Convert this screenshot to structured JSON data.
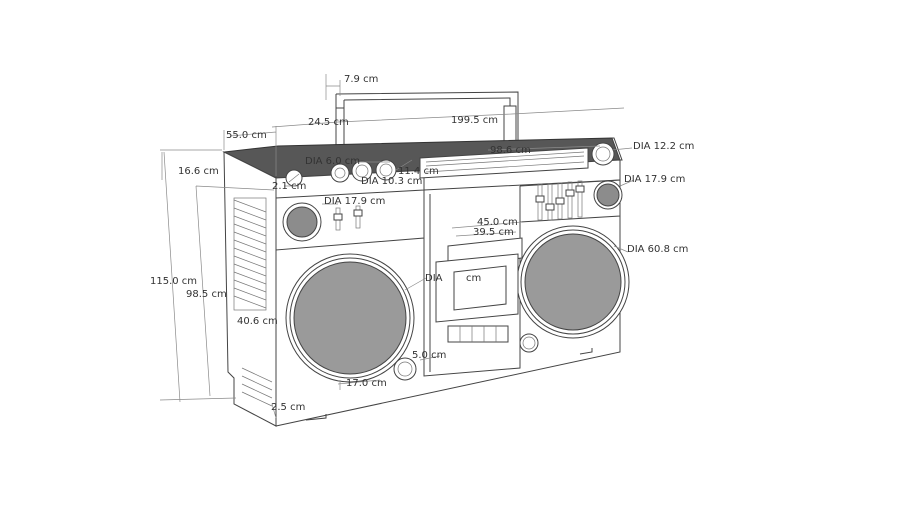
{
  "diagram": {
    "colors": {
      "line": "#444444",
      "top_panel": "#575757",
      "dim_text": "#333333",
      "dim_line": "#8a8a8a"
    },
    "labels": {
      "handle_width": "7.9 cm",
      "handle_offset": "24.5 cm",
      "overall_width": "199.5 cm",
      "depth": "55.0 cm",
      "top_height": "16.6 cm",
      "knob_dia": "DIA 6.0 cm",
      "knob_gap": "2.1 cm",
      "knob_row_dia": "DIA 10.3 cm",
      "knob_row_width": "11.4 cm",
      "dial_width": "98.6 cm",
      "right_knob_dia": "DIA 12.2 cm",
      "right_tweeter_dia": "DIA 17.9 cm",
      "left_tweeter_dia": "DIA 17.9 cm",
      "total_height": "115.0 cm",
      "body_height": "98.5 cm",
      "vent_height": "40.6 cm",
      "cassette_outer": "45.0 cm",
      "cassette_inner": "39.5 cm",
      "left_woofer_dia": "DIA",
      "left_woofer_unit": "cm",
      "right_woofer_dia": "DIA 60.8 cm",
      "port_dia": "5.0 cm",
      "port_offset": "17.0 cm",
      "foot_height": "2.5 cm"
    }
  }
}
